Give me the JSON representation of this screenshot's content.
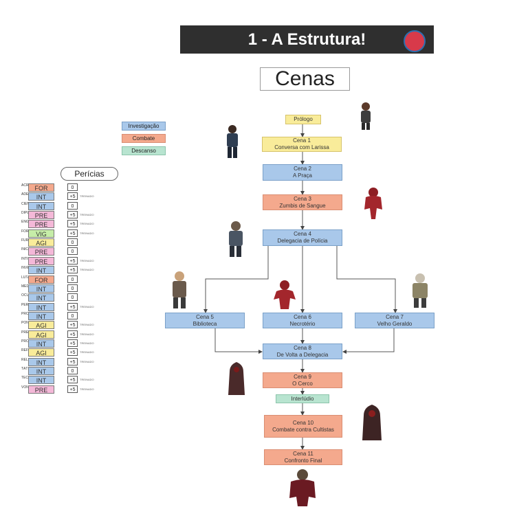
{
  "banner": {
    "title": "1 - A Estrutura!"
  },
  "heading": "Cenas",
  "legend": [
    {
      "label": "Investigação",
      "type": "inv"
    },
    {
      "label": "Combate",
      "type": "com"
    },
    {
      "label": "Descanso",
      "type": "des"
    }
  ],
  "pericias_title": "Perícias",
  "skills": [
    {
      "name": "ACROBACIA",
      "attr": "FOR",
      "bonus": "0",
      "trained": ""
    },
    {
      "name": "ADESTRAMENTO",
      "attr": "INT",
      "bonus": "+5",
      "trained": "TREINADO"
    },
    {
      "name": "CIÊNCIAS",
      "attr": "INT",
      "bonus": "0",
      "trained": ""
    },
    {
      "name": "DIPLOMACIA",
      "attr": "PRE",
      "bonus": "+5",
      "trained": "TREINADO"
    },
    {
      "name": "ENGANAÇÃO",
      "attr": "PRE",
      "bonus": "+5",
      "trained": "TREINADO"
    },
    {
      "name": "FORTITUDE",
      "attr": "VIG",
      "bonus": "+5",
      "trained": "TREINADO"
    },
    {
      "name": "FURTIVIDADE",
      "attr": "AGI",
      "bonus": "0",
      "trained": ""
    },
    {
      "name": "INICIATIVA",
      "attr": "PRE",
      "bonus": "0",
      "trained": ""
    },
    {
      "name": "INTIMIDAÇÃO",
      "attr": "PRE",
      "bonus": "+5",
      "trained": "TREINADO"
    },
    {
      "name": "INVESTIGAÇÃO",
      "attr": "INT",
      "bonus": "+5",
      "trained": "TREINADO"
    },
    {
      "name": "LUTA",
      "attr": "FOR",
      "bonus": "0",
      "trained": ""
    },
    {
      "name": "MEDICINA",
      "attr": "INT",
      "bonus": "0",
      "trained": ""
    },
    {
      "name": "OCULTISMO",
      "attr": "INT",
      "bonus": "0",
      "trained": ""
    },
    {
      "name": "PERCEPÇÃO",
      "attr": "INT",
      "bonus": "+5",
      "trained": "TREINADO"
    },
    {
      "name": "PROFISSÃO",
      "attr": "INT",
      "bonus": "0",
      "trained": ""
    },
    {
      "name": "PONTARIA",
      "attr": "AGI",
      "bonus": "+5",
      "trained": "TREINADO"
    },
    {
      "name": "PRESTIDIGITAÇÃO",
      "attr": "AGI",
      "bonus": "+5",
      "trained": "TREINADO"
    },
    {
      "name": "PROFISSÃO",
      "attr": "INT",
      "bonus": "+5",
      "trained": "TREINADO"
    },
    {
      "name": "REFLEXOS",
      "attr": "AGI",
      "bonus": "+5",
      "trained": "TREINADO"
    },
    {
      "name": "RELIGIÃO",
      "attr": "INT",
      "bonus": "+5",
      "trained": "TREINADO"
    },
    {
      "name": "TÁTICA",
      "attr": "INT",
      "bonus": "0",
      "trained": ""
    },
    {
      "name": "TECNOLOGIA",
      "attr": "INT",
      "bonus": "+5",
      "trained": "TREINADO"
    },
    {
      "name": "VONTADE",
      "attr": "PRE",
      "bonus": "+5",
      "trained": "TREINADO"
    }
  ],
  "scenes": {
    "prologo": {
      "title": "Prólogo",
      "subtitle": ""
    },
    "cena1": {
      "title": "Cena 1",
      "subtitle": "Conversa com Larissa"
    },
    "cena2": {
      "title": "Cena 2",
      "subtitle": "A Praça"
    },
    "cena3": {
      "title": "Cena 3",
      "subtitle": "Zumbis de Sangue"
    },
    "cena4": {
      "title": "Cena 4",
      "subtitle": "Delegacia de Polícia"
    },
    "cena5": {
      "title": "Cena 5",
      "subtitle": "Biblioteca"
    },
    "cena6": {
      "title": "Cena 6",
      "subtitle": "Necrotério"
    },
    "cena7": {
      "title": "Cena 7",
      "subtitle": "Velho Geraldo"
    },
    "cena8": {
      "title": "Cena 8",
      "subtitle": "De Volta a Delegacia"
    },
    "cena9": {
      "title": "Cena 9",
      "subtitle": "O Cerco"
    },
    "interludio": {
      "title": "Interlúdio",
      "subtitle": ""
    },
    "cena10": {
      "title": "Cena 10",
      "subtitle": "Combate contra Cultistas"
    },
    "cena11": {
      "title": "Cena 11",
      "subtitle": "Confronto Final"
    }
  },
  "colors": {
    "investigacao": "#a9c8ea",
    "combate": "#f4a98d",
    "descanso": "#b8e4d0",
    "prologo": "#f9ec9a",
    "for": "#f4a98d",
    "int": "#a9c8ea",
    "pre": "#f4b8d8",
    "vig": "#c6eda8",
    "agi": "#f9ec9a"
  }
}
